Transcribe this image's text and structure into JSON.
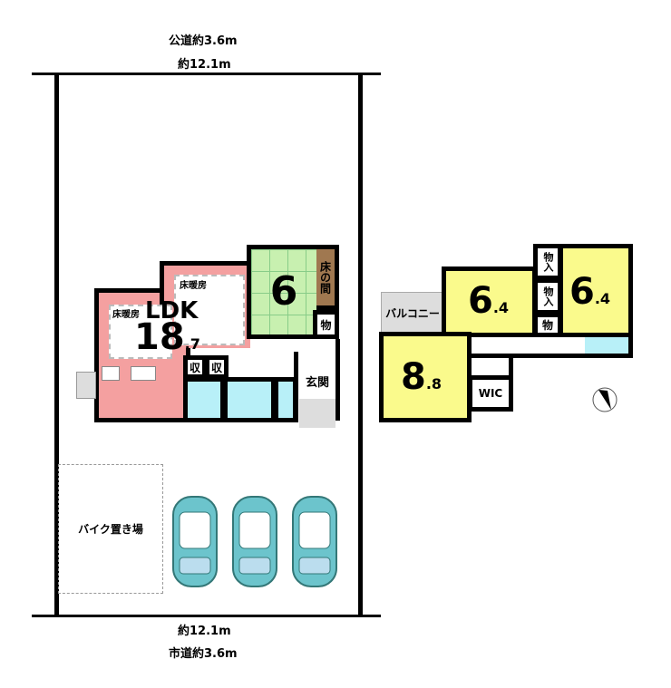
{
  "site": {
    "top_road": "公道約3.6m",
    "top_width": "約12.1m",
    "bottom_width": "約12.1m",
    "bottom_road": "市道約3.6m",
    "bike_parking": "バイク置き場"
  },
  "floor1": {
    "ldk_label": "LDK",
    "ldk_size_int": "18",
    "ldk_size_dec": ".7",
    "floor_heating_1": "床暖房",
    "floor_heating_2": "床暖房",
    "japanese_room_size": "6",
    "tokonoma": "床の間",
    "storage": "物",
    "closet_1": "収",
    "closet_2": "収",
    "entrance": "玄関"
  },
  "floor2": {
    "room1_int": "6",
    "room1_dec": ".4",
    "room2_int": "6",
    "room2_dec": ".4",
    "room3_int": "8",
    "room3_dec": ".8",
    "closet_1": "物入",
    "closet_2": "物入",
    "storage": "物",
    "balcony": "バルコニー",
    "wic": "WIC"
  },
  "colors": {
    "ldk": "#f4a0a0",
    "tatami": "#c8f0b0",
    "tokonoma": "#a07850",
    "bedroom": "#fafa8c",
    "wet": "#b8f0f8",
    "balcony": "#dddddd",
    "car": "#6cc4cc"
  }
}
